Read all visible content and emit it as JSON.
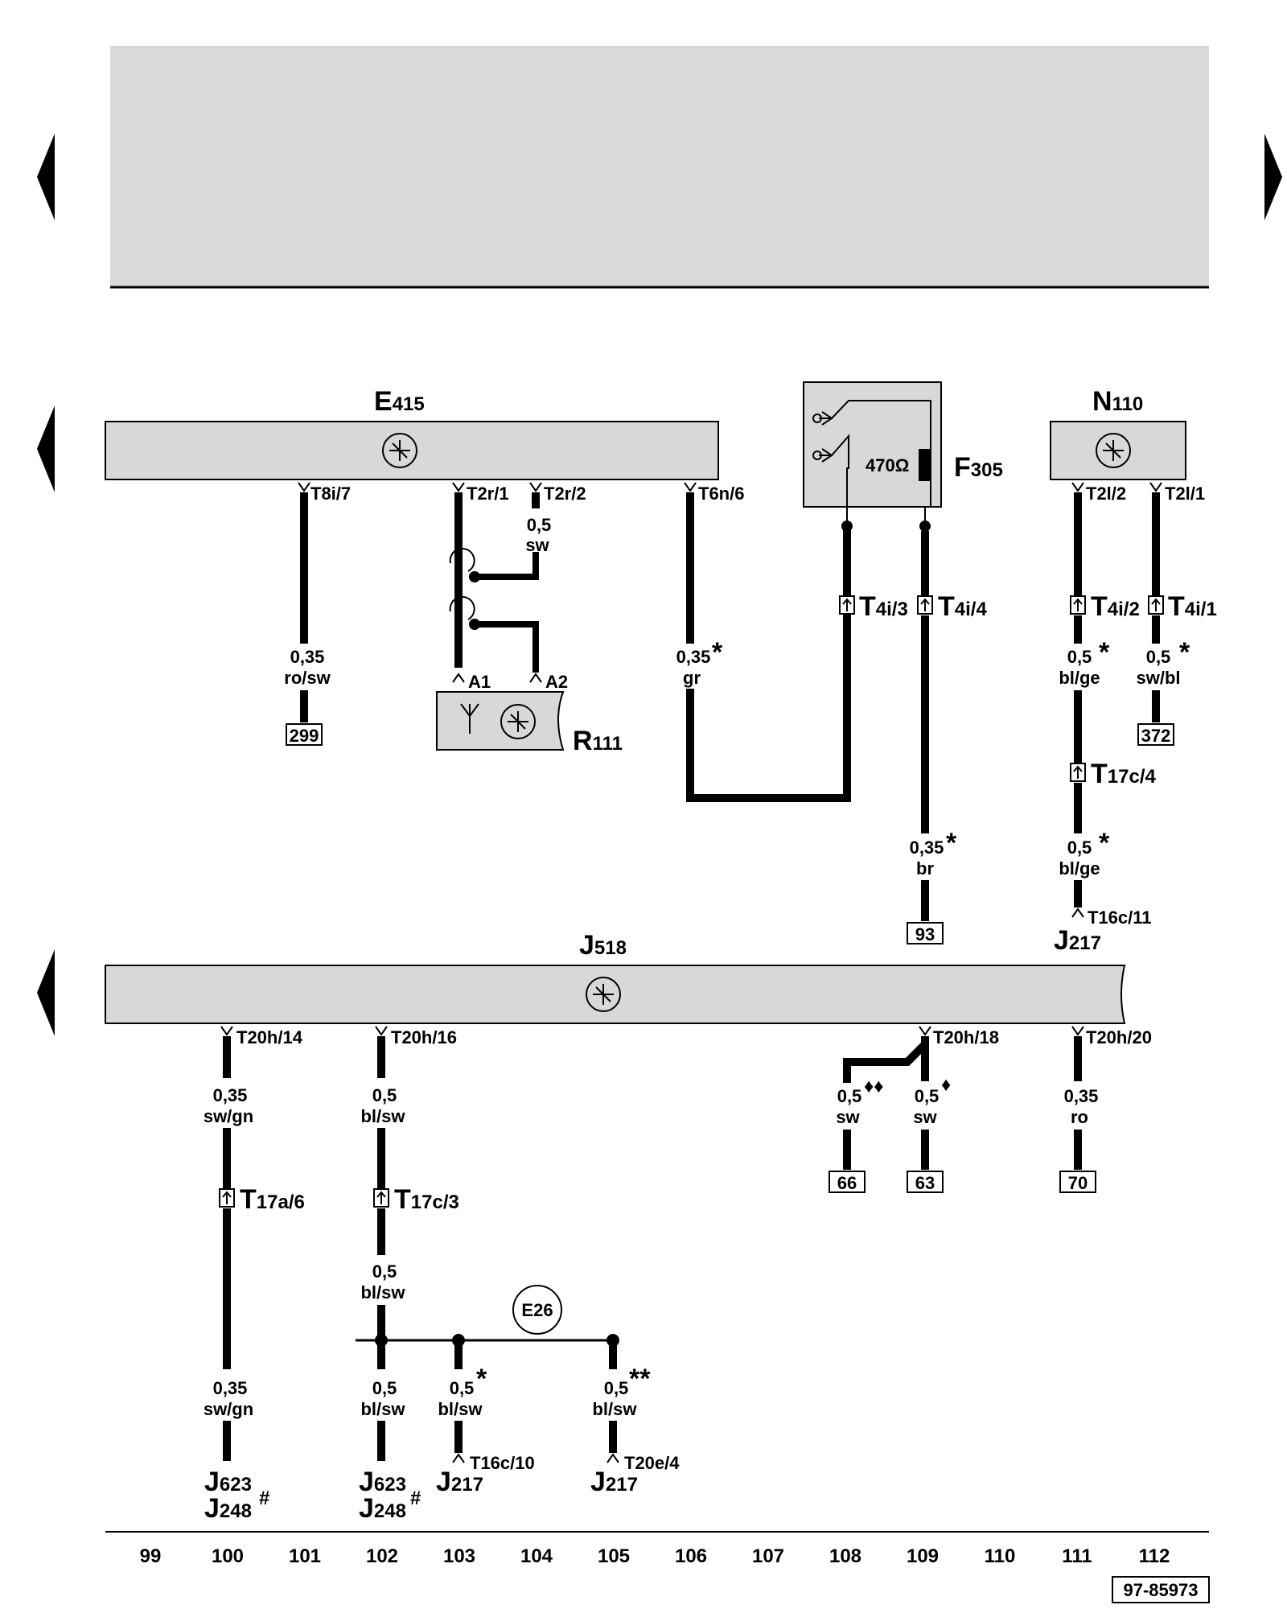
{
  "components": {
    "E415": {
      "main": "E",
      "sub": "415"
    },
    "N110": {
      "main": "N",
      "sub": "110"
    },
    "F305": {
      "main": "F",
      "sub": "305"
    },
    "R111": {
      "main": "R",
      "sub": "111"
    },
    "J518": {
      "main": "J",
      "sub": "518"
    },
    "E26": "E26",
    "resistor": "470Ω"
  },
  "pins": {
    "t8i7": "T8i/7",
    "t2r1": "T2r/1",
    "t2r2": "T2r/2",
    "t6n6": "T6n/6",
    "t2l2": "T2l/2",
    "t2l1": "T2l/1",
    "a1": "A1",
    "a2": "A2",
    "t20h14": "T20h/14",
    "t20h16": "T20h/16",
    "t20h18": "T20h/18",
    "t20h20": "T20h/20",
    "t16c11": "T16c/11",
    "t16c10": "T16c/10",
    "t20e4": "T20e/4"
  },
  "connectors": {
    "t4i3": {
      "main": "T",
      "sub": "4i/3"
    },
    "t4i4": {
      "main": "T",
      "sub": "4i/4"
    },
    "t4i2": {
      "main": "T",
      "sub": "4i/2"
    },
    "t4i1": {
      "main": "T",
      "sub": "4i/1"
    },
    "t17c4": {
      "main": "T",
      "sub": "17c/4"
    },
    "t17a6": {
      "main": "T",
      "sub": "17a/6"
    },
    "t17c3": {
      "main": "T",
      "sub": "17c/3"
    }
  },
  "wires": {
    "w1": {
      "size": "0,35",
      "color": "ro/sw"
    },
    "w2": {
      "size": "0,5",
      "color": "sw"
    },
    "w3": {
      "size": "0,35",
      "color": "gr",
      "mark": "*"
    },
    "w4": {
      "size": "0,35",
      "color": "br",
      "mark": "*"
    },
    "w5": {
      "size": "0,5",
      "color": "bl/ge",
      "mark": "*"
    },
    "w6": {
      "size": "0,5",
      "color": "sw/bl",
      "mark": "*"
    },
    "w7": {
      "size": "0,5",
      "color": "bl/ge",
      "mark": "*"
    },
    "w8": {
      "size": "0,35",
      "color": "sw/gn"
    },
    "w9": {
      "size": "0,5",
      "color": "bl/sw"
    },
    "w10": {
      "size": "0,5",
      "color": "sw",
      "mark": "♦♦"
    },
    "w11": {
      "size": "0,5",
      "color": "sw",
      "mark": "♦"
    },
    "w12": {
      "size": "0,35",
      "color": "ro"
    },
    "w13": {
      "size": "0,5",
      "color": "bl/sw"
    },
    "w14": {
      "size": "0,35",
      "color": "sw/gn"
    },
    "w15": {
      "size": "0,5",
      "color": "bl/sw"
    },
    "w16": {
      "size": "0,5",
      "color": "bl/sw",
      "mark": "*"
    },
    "w17": {
      "size": "0,5",
      "color": "bl/sw",
      "mark": "**"
    }
  },
  "refs": {
    "r299": "299",
    "r372": "372",
    "r93": "93",
    "r66": "66",
    "r63": "63",
    "r70": "70"
  },
  "destinations": {
    "j217_top": {
      "main": "J",
      "sub": "217"
    },
    "j623_a": {
      "main": "J",
      "sub": "623"
    },
    "j248_a": {
      "main": "J",
      "sub": "248",
      "mark": "#"
    },
    "j623_b": {
      "main": "J",
      "sub": "623"
    },
    "j248_b": {
      "main": "J",
      "sub": "248",
      "mark": "#"
    },
    "j217_c": {
      "main": "J",
      "sub": "217"
    },
    "j217_d": {
      "main": "J",
      "sub": "217"
    }
  },
  "columns": [
    "99",
    "100",
    "101",
    "102",
    "103",
    "104",
    "105",
    "106",
    "107",
    "108",
    "109",
    "110",
    "111",
    "112"
  ],
  "figure_id": "97-85973"
}
